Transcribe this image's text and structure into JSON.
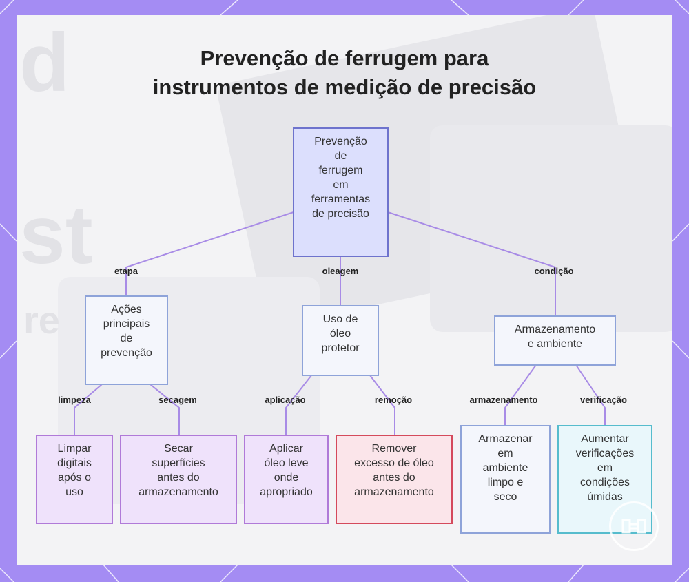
{
  "title_line1": "Prevenção de ferrugem para",
  "title_line2": "instrumentos de medição de precisão",
  "nodes": {
    "root": "Prevenção\nde\nferrugem\nem\nferramentas\nde precisão",
    "acoes": "Ações\nprincipais\nde\nprevenção",
    "oleo": "Uso de\nóleo\nprotetor",
    "armazenamento": "Armazenamento\ne ambiente",
    "limpar": "Limpar\ndigitais\napós o\nuso",
    "secar": "Secar\nsuperfícies\nantes do\narmazenamento",
    "aplicar": "Aplicar\nóleo leve\nonde\napropriado",
    "remover": "Remover\nexcesso de óleo\nantes do\narmazenamento",
    "armazenar": "Armazenar\nem\nambiente\nlimpo e\nseco",
    "aumentar": "Aumentar\nverificações\nem\ncondições\númidas"
  },
  "edge_labels": {
    "etapa": "etapa",
    "oleagem": "oleagem",
    "condicao": "condição",
    "limpeza": "limpeza",
    "secagem": "secagem",
    "aplicacao": "aplicação",
    "remocao": "remoção",
    "armazenamento": "armazenamento",
    "verificacao": "verificação"
  },
  "colors": {
    "frame": "#a48cf3",
    "edge": "#a88be6",
    "root_fill": "#dcdffd",
    "purple_fill": "#efe2fb",
    "red_border": "#d44a5c",
    "sky_border": "#56bccd"
  }
}
